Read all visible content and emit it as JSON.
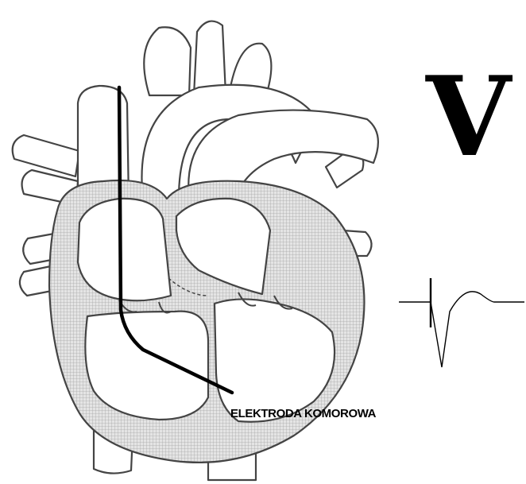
{
  "diagram": {
    "mode_letter": "V",
    "electrode_label": "ELEKTRODA KOMOROWA",
    "colors": {
      "outline": "#444444",
      "myocardium_fill": "#c9c9c9",
      "chamber_fill": "#ffffff",
      "electrode": "#000000",
      "ecg_trace": "#000000"
    },
    "icons": [
      "heart-diagram",
      "pacing-electrode-lead",
      "paced-ecg-complex"
    ]
  }
}
